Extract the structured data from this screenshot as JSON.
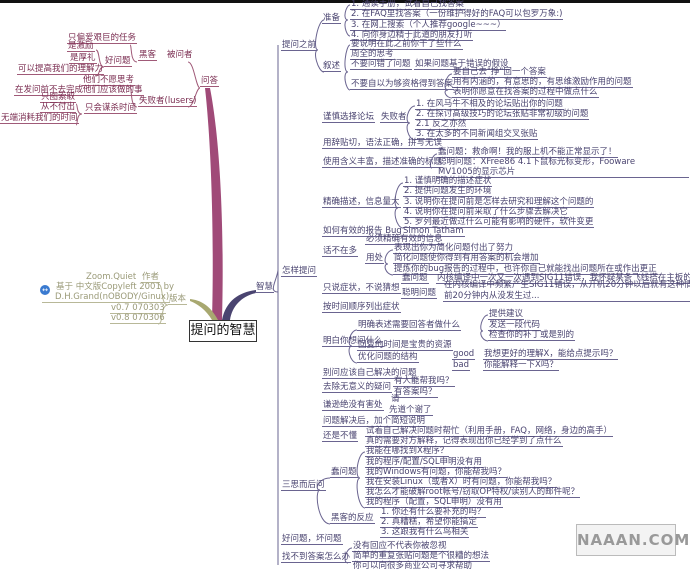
{
  "title": "提问的智慧",
  "watermark": "NAAAN.COM",
  "colors": {
    "qa_branch": "#a04a78",
    "wisdom_branch": "#4a4470",
    "version_branch": "#a8a870"
  },
  "qa": {
    "label": "问答",
    "hacker": "黑客",
    "asked": "被问者",
    "hacker_items": [
      "只偏爱艰巨的任务",
      "好问题",
      "是激励",
      "是厚礼",
      "可以提高我们的理解力"
    ],
    "losers": "失败者(lusers)",
    "loser_items": [
      "他们不愿思考",
      "在发问前不去完成他们应该做的事",
      "只会谋杀时间",
      "只图索取",
      "从不付出",
      "无端消耗我们的时间"
    ]
  },
  "version": {
    "label": "版本",
    "author_label": "作者",
    "author": "Zoom.Quiet",
    "based1": "基于 中文版Copyleft 2001 by",
    "based2": "D.H.Grand(nOBODY/Ginux)",
    "v07": "v0.7 070303",
    "v08": "v0.8 070306"
  },
  "wisdom": {
    "label": "智慧",
    "before": {
      "label": "提问之前",
      "prep": "准备",
      "prep_items": [
        "1. 通读手册，试着自己找答案",
        "2. 在FAQ里找答案（一份维护得好的FAQ可以包罗万象:)",
        "3. 在网上搜索（个人推荐google~~~）",
        "4. 向你身边精于此道的朋友打听"
      ],
      "narrate": "叙述",
      "narrate_items": [
        "要说明在此之前你干了些什么",
        "周全的思考",
        "不要问错了问题",
        "如果问题基于错误的假设",
        "不要自以为够资格得到答案",
        "要自己去\"挣\"回一个答案",
        "用有内涵的，有意思的，有思维激励作用的问题",
        "表明你愿意在找答案的过程中做点什么"
      ]
    },
    "how": {
      "label": "怎样提问",
      "forum": "谨慎选择论坛",
      "loser": "失败者",
      "forum_items": [
        "1. 在风马牛不相及的论坛贴出你的问题",
        "2. 在探讨高级技巧的论坛张贴非常初级的问题",
        "2.1 反之亦然",
        "3. 在太多的不同新闻组交叉张贴"
      ],
      "wording": "用辞贴切，语法正确，拼写无误",
      "title_rule": "使用含义丰富，描述准确的标题",
      "title_items": [
        "蠢问题：救命啊！我的服上机不能正常显示了！",
        "聪明问题：XFree86 4.1下鼠标光标变形，Fooware",
        "MV1005的显示芯片"
      ],
      "precise": "精确描述，信息量大",
      "precise_items": [
        "1. 谨慎明确的描述症状",
        "2. 提供问题发生的环境",
        "3. 说明你在提问前是怎样去研究和理解这个问题的",
        "4. 说明你在提问前采取了什么步骤去解决它",
        "5. 罗列最近做过什么可能有影响的硬件，软件变更"
      ],
      "bug": "如何有效的报告 Bug",
      "bug_author": "Simon Tatham",
      "brief": "话不在多",
      "brief_must": "必须精确有效的信息",
      "use": "用处",
      "use_items": [
        "表现出你为简化问题付出了努力",
        "简化问题使你得到有用答案的机会增加",
        "提炼你的bug报告的过程中，也许你自己就能找出问题所在或作出更正"
      ],
      "symptom": "只说症状，不说猜想",
      "dumb": "蠢问题",
      "dumb_text": "内核编译中一次又一次遇到SIG11错误，我怀疑某条飞线搭在主板的走线上了",
      "smart": "聪明问题",
      "smart_text1": "在内核编译中频繁产生SIG11错误，从开机20分钟以后就有这种情况，开机",
      "smart_text2": "前20分钟内从没发生过...",
      "chrono": "按时间顺序列出症状",
      "know": "明白你想问什么",
      "know_clear": "明确表述需要回答者做什么",
      "clear_items": [
        "提供建议",
        "发送一段代码",
        "检查你的补丁或是别的"
      ],
      "know_time": "回复的时间是宝贵的资源",
      "know_struct": "优化问题的结构",
      "good": "good",
      "good_text": "我想更好的理解X，能给点提示吗？",
      "bad": "bad",
      "bad_text": "你能解释一下X吗？",
      "self": "别问应该自己解决的问题",
      "meaningless": "去除无意义的疑问",
      "meaningless_items": [
        "有人能帮我吗？",
        "有答案吗？"
      ],
      "humble": "谦逊绝没有害处",
      "humble_items": [
        "请",
        "先道个谢了"
      ],
      "after": "问题解决后，加个简短说明",
      "still": "还是不懂",
      "still_items": [
        "试着自己解决问题时帮忙（利用手册，FAQ，网络，身边的高手）",
        "真的需要对方解释，记得表现出你已经学到了点什么"
      ]
    },
    "think": {
      "label": "三思而后问",
      "dumb": "蠢问题",
      "dumb_items": [
        "我能在哪找到X程序？",
        "我的程序/配置/SQL申明没有用",
        "我的Windows有问题，你能帮我吗？",
        "我在安装Linux（或者X）时有问题，你能帮我吗？",
        "我怎么才能破解root帐号/窃取OP特权/读别人的邮件呢？",
        "我的程序（配置，SQL申明）没有用"
      ],
      "hacker": "黑客的反应",
      "hacker_items": [
        "1. 你还有什么要补充的吗？",
        "2. 真糟糕，希望你能搞定",
        "3. 这跟我有什么鸟相关"
      ]
    },
    "goodbad": "好问题，坏问题",
    "noanswer": {
      "label": "找不到答案怎么办",
      "items": [
        "没有回应不代表你被忽视",
        "简单的重复张贴问题是个很糟的想法",
        "你可以向很多商业公司寻求帮助"
      ]
    }
  }
}
